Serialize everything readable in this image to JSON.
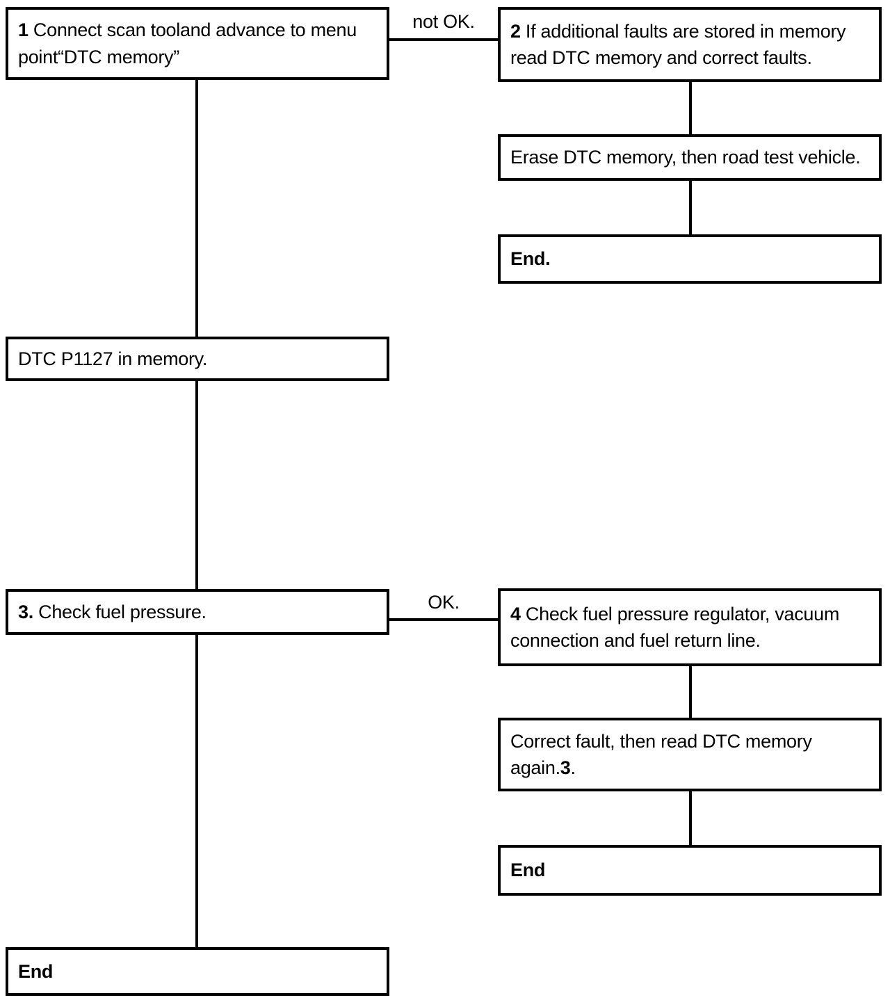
{
  "flowchart": {
    "boxes": {
      "step1": {
        "number": "1",
        "text": "Connect scan tooland advance to menu point“DTC memory”"
      },
      "step2": {
        "number": "2",
        "text": "If additional faults are stored in memory read DTC memory and correct faults."
      },
      "erase": {
        "text": "Erase DTC memory, then road test vehicle."
      },
      "end_right_top": {
        "text": "End."
      },
      "dtc_memory": {
        "text": "DTC P1127 in memory."
      },
      "step3": {
        "number": "3.",
        "text": "Check fuel pressure."
      },
      "step4": {
        "number": "4",
        "text": "Check fuel pressure regulator, vacuum connection and fuel return line."
      },
      "correct_fault": {
        "text_before": "Correct fault, then read DTC memory again.",
        "number": "3",
        "text_after": "."
      },
      "end_right_bottom": {
        "text": "End"
      },
      "end_left": {
        "text": "End"
      }
    },
    "edge_labels": {
      "not_ok": "not OK.",
      "ok": "OK."
    },
    "colors": {
      "line": "#000000",
      "background": "#ffffff",
      "text": "#000000"
    }
  }
}
